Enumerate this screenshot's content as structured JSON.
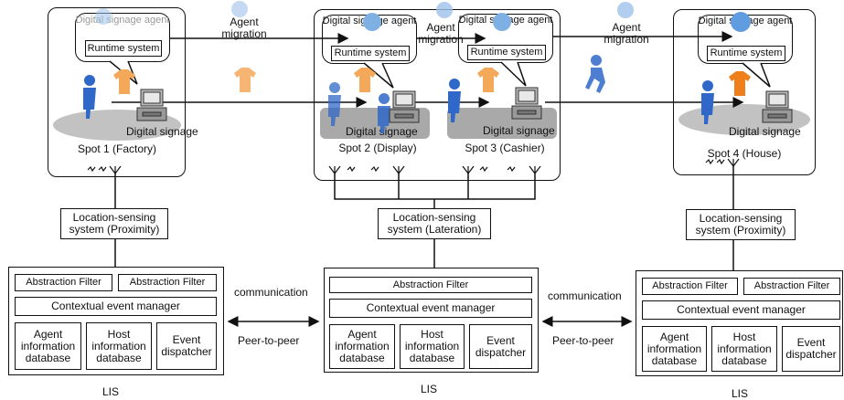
{
  "spots": [
    {
      "label": "Spot 1 (Factory)"
    },
    {
      "label": "Spot 2 (Display)"
    },
    {
      "label": "Spot 3 (Cashier)"
    },
    {
      "label": "Spot 4 (House)"
    }
  ],
  "signage": {
    "agent_label": "Digital signage agent",
    "runtime_label": "Runtime system",
    "device_label": "Digital signage"
  },
  "migration": {
    "label": "Agent migration"
  },
  "location_sensing": [
    {
      "line1": "Location-sensing",
      "line2": "system (Proximity)"
    },
    {
      "line1": "Location-sensing",
      "line2": "system (Lateration)"
    },
    {
      "line1": "Location-sensing",
      "line2": "system (Proximity)"
    }
  ],
  "lis": {
    "label": "LIS",
    "abstraction_filter": "Abstraction Filter",
    "event_manager": "Contextual event manager",
    "agent_db": [
      "Agent",
      "information",
      "database"
    ],
    "host_db": [
      "Host",
      "information",
      "database"
    ],
    "dispatcher": [
      "Event",
      "dispatcher"
    ]
  },
  "p2p": {
    "line1": "communication",
    "line2": "Peer-to-peer"
  },
  "colors": {
    "agent_circle": "#9ec2ea",
    "person": "#2f68c8",
    "shirt": "#f4a85a",
    "floor": "#bfbfbf"
  }
}
